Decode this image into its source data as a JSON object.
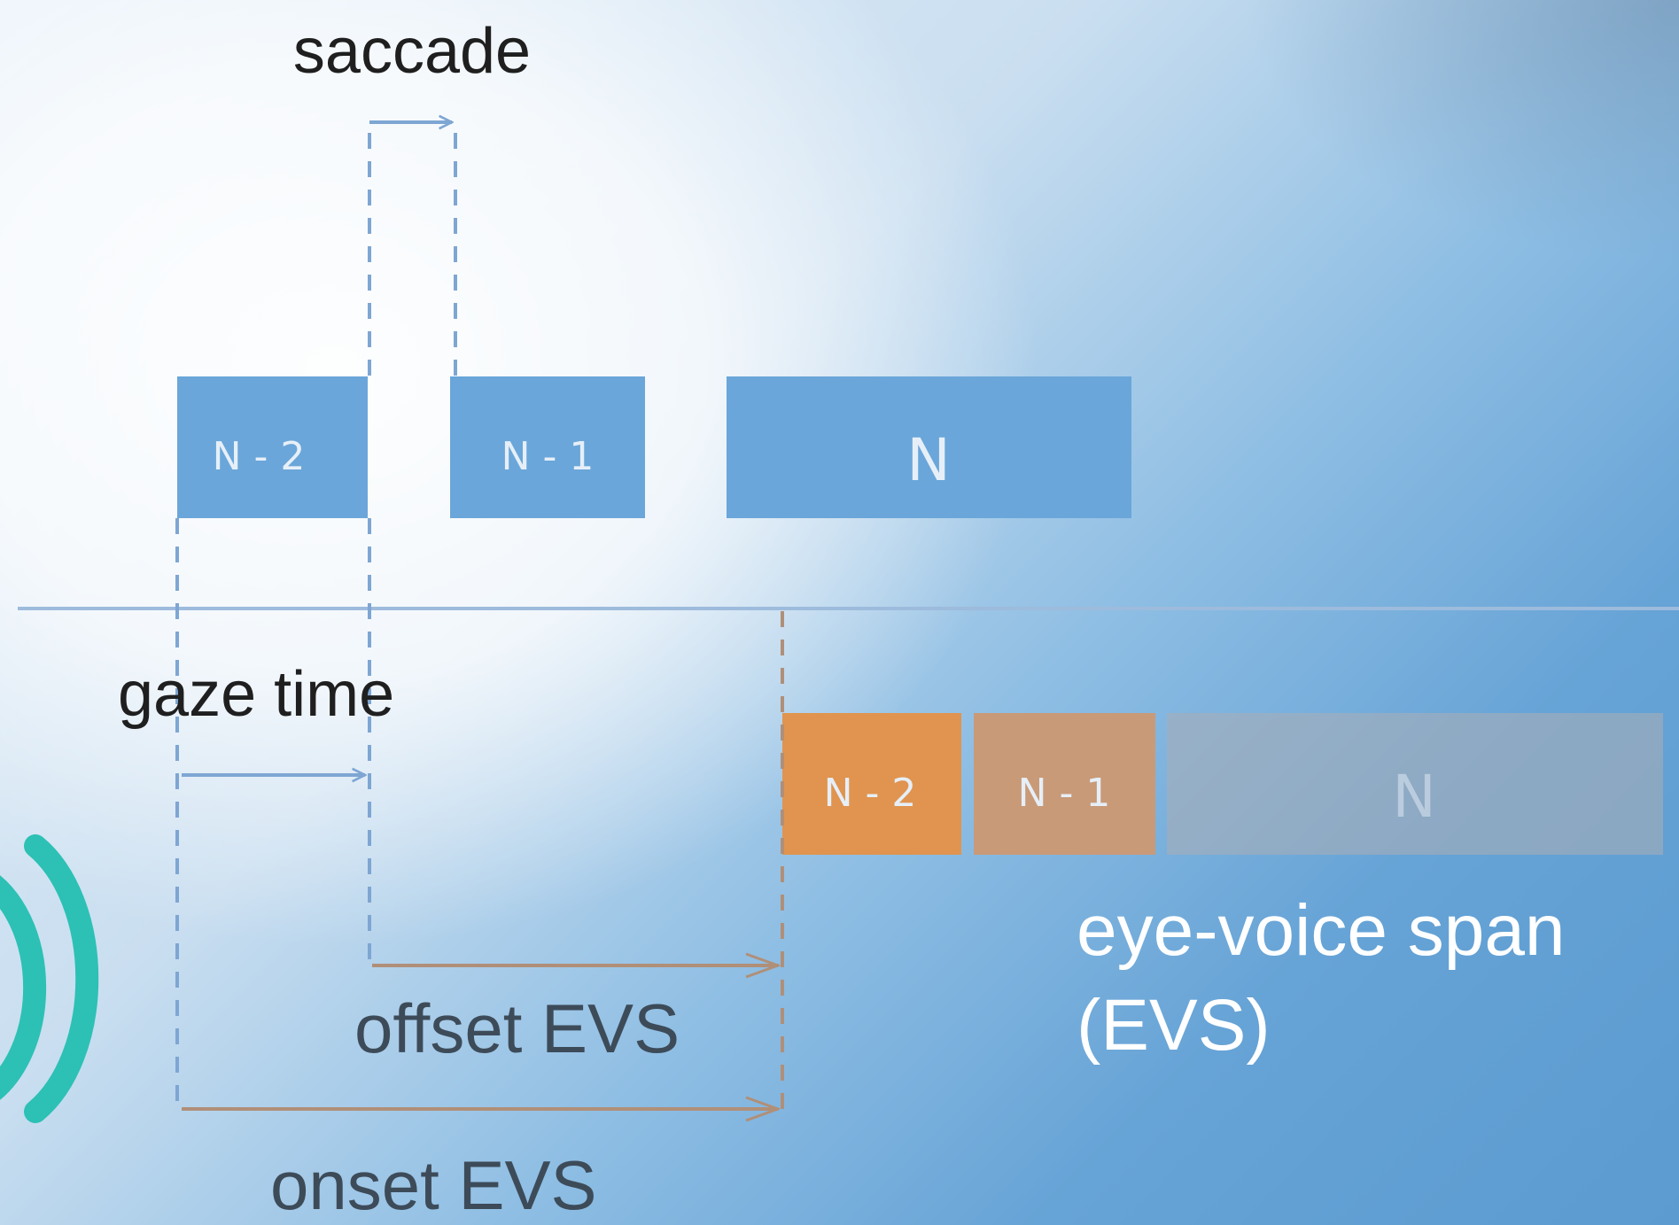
{
  "labels": {
    "saccade": "saccade",
    "gaze_time": "gaze time",
    "offset_evs": "offset EVS",
    "onset_evs": "onset EVS",
    "evs_line1": "eye-voice span",
    "evs_line2": "(EVS)"
  },
  "eye_boxes": [
    "N - 2",
    "N - 1",
    "N"
  ],
  "voice_boxes": [
    "N - 2",
    "N - 1",
    "N"
  ],
  "colors": {
    "eye_box": "#6aa6d9",
    "voice_box_1": "#e0944f",
    "voice_box_2": "#c99a78",
    "voice_box_3": "#a7aeb8",
    "arrow_blue": "#7ea6d3",
    "arrow_brown": "#b08f78",
    "sound_icon": "#2cc1b4"
  },
  "icons": [
    "sound-wave-icon"
  ]
}
